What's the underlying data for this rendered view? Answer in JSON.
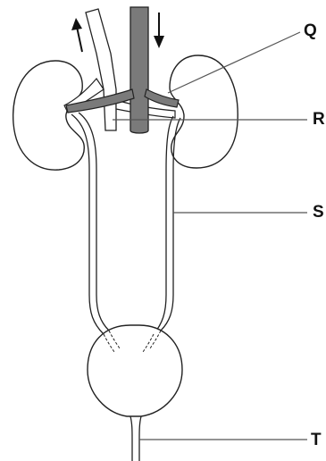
{
  "labels": {
    "q": "Q",
    "r": "R",
    "s": "S",
    "t": "T"
  },
  "colors": {
    "outline": "#222222",
    "fill": "#ffffff",
    "dark_vessel": "#7a7a7a",
    "leader_line": "#555555"
  }
}
